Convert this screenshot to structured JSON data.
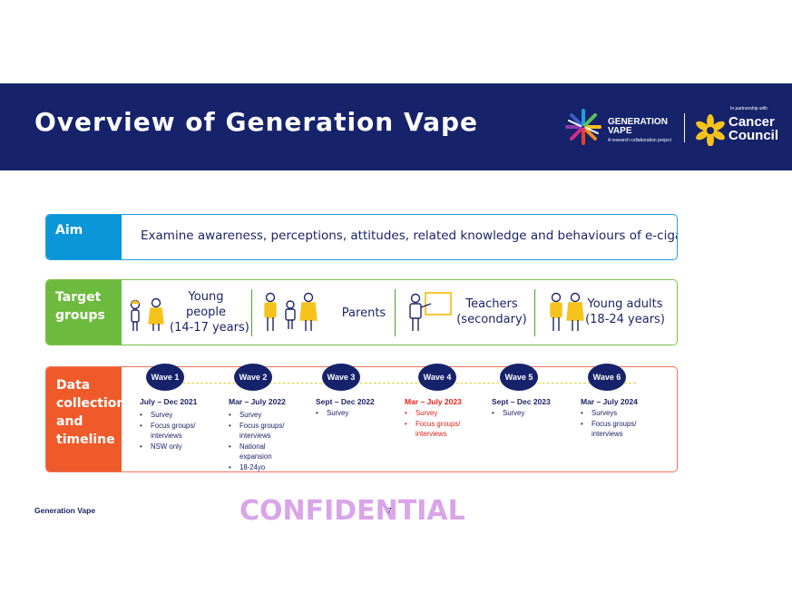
{
  "header": {
    "title": "Overview of Generation Vape",
    "logo_gv": {
      "line1": "GENERATION",
      "line2": "VAPE",
      "sub": "A research collaboration project"
    },
    "logo_cc": {
      "partner": "In partnership with",
      "line1": "Cancer",
      "line2": "Council"
    }
  },
  "aim": {
    "label": "Aim",
    "text": "Examine awareness, perceptions, attitudes, related knowledge and behaviours of e-cigarette use"
  },
  "target_groups": {
    "label_line1": "Target",
    "label_line2": "groups",
    "groups": [
      {
        "line1": "Young",
        "line2": "people",
        "line3": "(14-17 years)"
      },
      {
        "line1": "Parents"
      },
      {
        "line1": "Teachers",
        "line2": "(secondary)"
      },
      {
        "line1": "Young adults",
        "line2": "(18-24 years)"
      }
    ]
  },
  "data_collection": {
    "label_line1": "Data",
    "label_line2": "collection",
    "label_line3": "and",
    "label_line4": "timeline",
    "waves": [
      {
        "name": "Wave 1",
        "date": "July – Dec 2021",
        "items": [
          "Survey",
          "Focus groups/",
          "NSW only"
        ],
        "item_cont": "interviews"
      },
      {
        "name": "Wave 2",
        "date": "Mar – July 2022",
        "items": [
          "Survey",
          "Focus groups/",
          "National",
          "18-24yo"
        ],
        "item_cont": "interviews",
        "item_cont2": "expansion"
      },
      {
        "name": "Wave 3",
        "date": "Sept – Dec 2022",
        "items": [
          "Survey"
        ]
      },
      {
        "name": "Wave 4",
        "date": "Mar – July 2023",
        "items": [
          "Survey",
          "Focus groups/"
        ],
        "item_cont": "interviews"
      },
      {
        "name": "Wave 5",
        "date": "Sept – Dec 2023",
        "items": [
          "Survey"
        ]
      },
      {
        "name": "Wave 6",
        "date": "Mar – July 2024",
        "items": [
          "Surveys",
          "Focus groups/"
        ],
        "item_cont": "interviews"
      }
    ]
  },
  "footer": {
    "left": "Generation Vape",
    "watermark": "CONFIDENTIAL",
    "page": "7"
  },
  "colors": {
    "navy": "#16226a",
    "aim_blue": "#0a96d8",
    "target_green": "#6dbb3e",
    "data_orange": "#ef5a2a",
    "highlight_red": "#e42318",
    "icon_yellow": "#f6c21c"
  }
}
